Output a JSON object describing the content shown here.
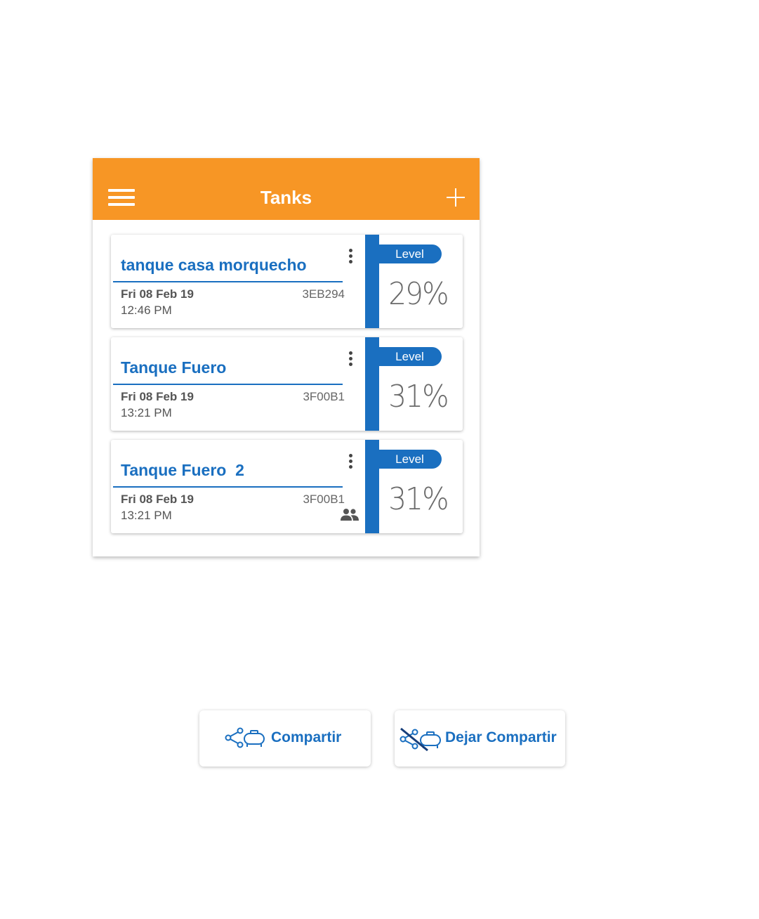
{
  "appbar": {
    "title": "Tanks",
    "background_color": "#f79625",
    "menu_icon": "hamburger-menu-icon",
    "add_icon": "plus-icon"
  },
  "accent_color": "#1a6fc0",
  "tanks": [
    {
      "name": "tanque casa morquecho",
      "date": "Fri 08 Feb 19",
      "time": "12:46 PM",
      "device_id": "3EB294",
      "level_label": "Level",
      "level": "29%",
      "shared": false
    },
    {
      "name": "Tanque Fuero",
      "date": "Fri 08 Feb 19",
      "time": "13:21 PM",
      "device_id": "3F00B1",
      "level_label": "Level",
      "level": "31%",
      "shared": false
    },
    {
      "name": "Tanque Fuero  2",
      "date": "Fri 08 Feb 19",
      "time": "13:21 PM",
      "device_id": "3F00B1",
      "level_label": "Level",
      "level": "31%",
      "shared": true
    }
  ],
  "actions": {
    "share_label": "Compartir",
    "share_icon": "share-tank-icon",
    "unshare_label": "Dejar Compartir",
    "unshare_icon": "unshare-tank-icon"
  }
}
